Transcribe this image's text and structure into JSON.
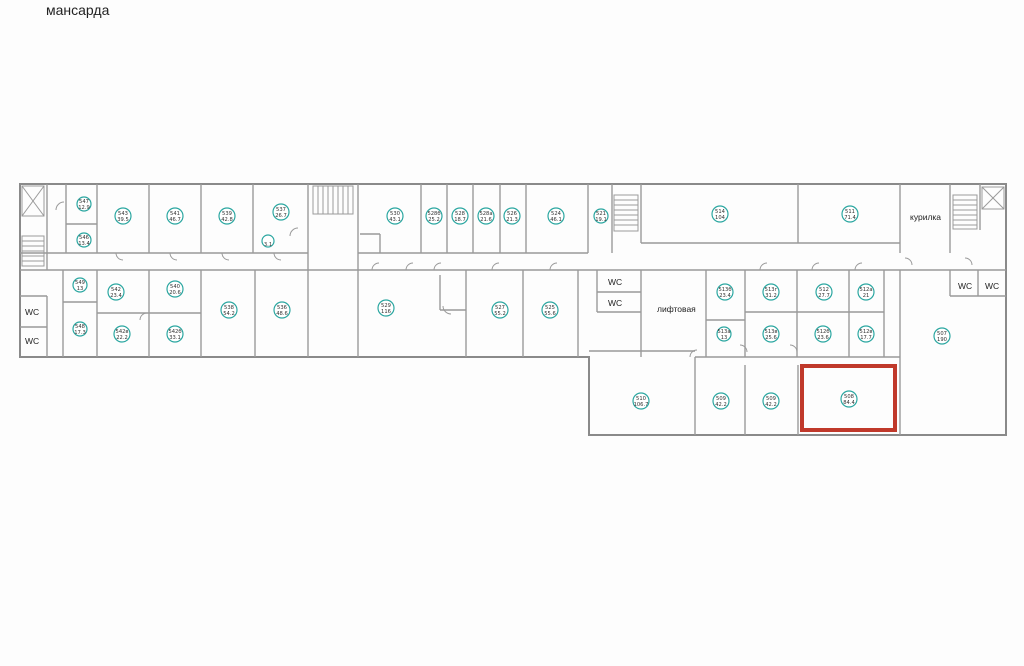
{
  "floor_title": "мансарда",
  "labels": {
    "wc": "WC",
    "smoking": "курилка",
    "elevator_hall": "лифтовая"
  },
  "highlight_color": "#c0392b",
  "accent_color": "#2aa6a0",
  "rooms": [
    {
      "num": "547",
      "area": "12.9"
    },
    {
      "num": "546",
      "area": "13.4"
    },
    {
      "num": "543",
      "area": "39.5"
    },
    {
      "num": "541",
      "area": "46.7"
    },
    {
      "num": "539",
      "area": "42.8"
    },
    {
      "num": "537",
      "area": "26.7"
    },
    {
      "num": "",
      "area": "3.1"
    },
    {
      "num": "530",
      "area": "43.1"
    },
    {
      "num": "528б",
      "area": "25.2"
    },
    {
      "num": "528",
      "area": "18.7"
    },
    {
      "num": "528а",
      "area": "21.6"
    },
    {
      "num": "526",
      "area": "21.3"
    },
    {
      "num": "524",
      "area": "46.1"
    },
    {
      "num": "521",
      "area": "19.1"
    },
    {
      "num": "514",
      "area": "104"
    },
    {
      "num": "511",
      "area": "71.4"
    },
    {
      "num": "549",
      "area": "13"
    },
    {
      "num": "542",
      "area": "23.4"
    },
    {
      "num": "540",
      "area": "20.6"
    },
    {
      "num": "538",
      "area": "54.2"
    },
    {
      "num": "536",
      "area": "48.6"
    },
    {
      "num": "529",
      "area": "116"
    },
    {
      "num": "527",
      "area": "55.2"
    },
    {
      "num": "525",
      "area": "55.6"
    },
    {
      "num": "513б",
      "area": "23.4"
    },
    {
      "num": "513г",
      "area": "31.2"
    },
    {
      "num": "512",
      "area": "27.7"
    },
    {
      "num": "512а",
      "area": "21"
    },
    {
      "num": "548",
      "area": "17.3"
    },
    {
      "num": "542в",
      "area": "22.2"
    },
    {
      "num": "542б",
      "area": "33.1"
    },
    {
      "num": "513а",
      "area": "13"
    },
    {
      "num": "513в",
      "area": "25.6"
    },
    {
      "num": "512б",
      "area": "23.6"
    },
    {
      "num": "512в",
      "area": "17.7"
    },
    {
      "num": "507",
      "area": "190"
    },
    {
      "num": "510",
      "area": "106.7"
    },
    {
      "num": "509",
      "area": "42.2"
    },
    {
      "num": "509",
      "area": "42.2"
    },
    {
      "num": "508",
      "area": "84.4"
    }
  ]
}
